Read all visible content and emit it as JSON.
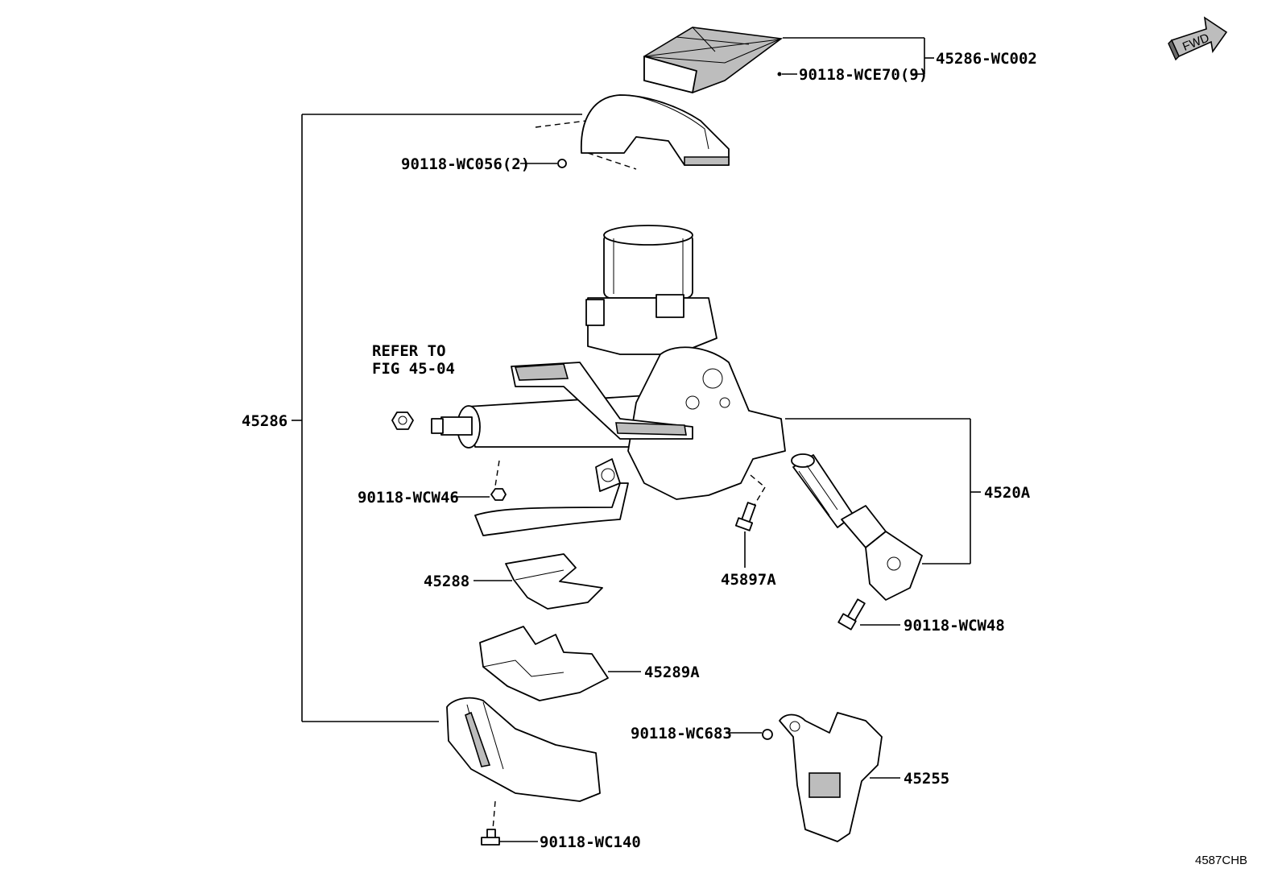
{
  "diagram": {
    "labels": {
      "p45286_wc002": "45286-WC002",
      "p90118_wce70": "90118-WCE70(9)",
      "p90118_wc056": "90118-WC056(2)",
      "p45286": "45286",
      "refer_line1": "REFER TO",
      "refer_line2": "FIG 45-04",
      "p90118_wcw46": "90118-WCW46",
      "p4520a": "4520A",
      "p45897a": "45897A",
      "p45288": "45288",
      "p90118_wcw48": "90118-WCW48",
      "p45289a": "45289A",
      "p90118_wc683": "90118-WC683",
      "p45255": "45255",
      "p90118_wc140": "90118-WC140",
      "fwd": "FWD",
      "figure_code": "4587CHB"
    }
  }
}
